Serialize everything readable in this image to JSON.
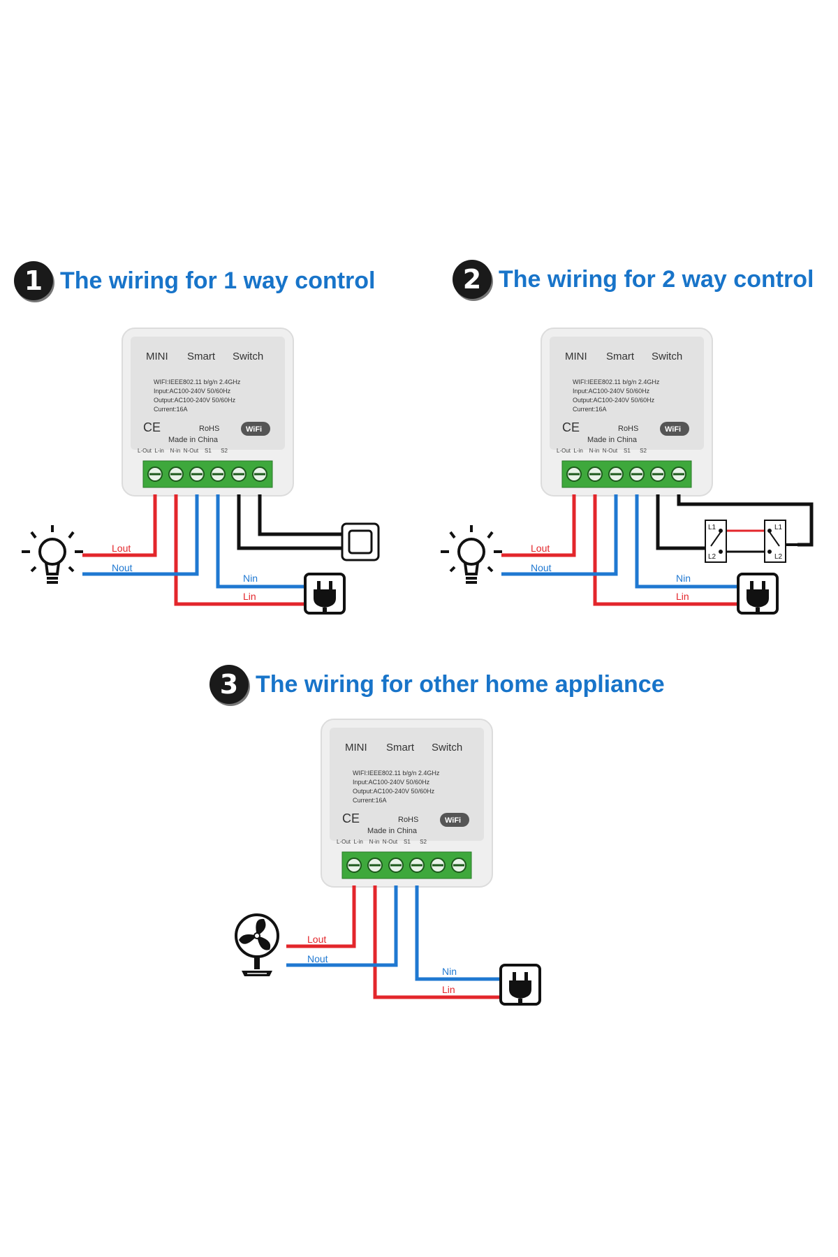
{
  "sections": [
    {
      "number": "1",
      "title": "The wiring for 1 way control"
    },
    {
      "number": "2",
      "title": "The wiring for 2 way control"
    },
    {
      "number": "3",
      "title": "The wiring for other home appliance"
    }
  ],
  "device": {
    "brand_mini": "MINI",
    "brand_smart": "Smart",
    "brand_switch": "Switch",
    "spec1": "WIFI:IEEE802.11 b/g/n 2.4GHz",
    "spec2": "Input:AC100-240V 50/60Hz",
    "spec3": "Output:AC100-240V 50/60Hz",
    "spec4": "Current:16A",
    "ce": "CE",
    "rohs": "RoHS",
    "wifi": "WiFi",
    "made_in": "Made  in  China",
    "terminals": "L-Out  L-in    N-in  N-Out    S1      S2"
  },
  "wires": {
    "lout": "Lout",
    "nout": "Nout",
    "nin": "Nin",
    "lin": "Lin",
    "l1": "L1",
    "l2": "L2"
  },
  "colors": {
    "live": "#e3262b",
    "neutral": "#1f78d1",
    "switch_wire": "#111111",
    "terminal_green": "#3ea83c",
    "title_blue": "#1874c9"
  }
}
